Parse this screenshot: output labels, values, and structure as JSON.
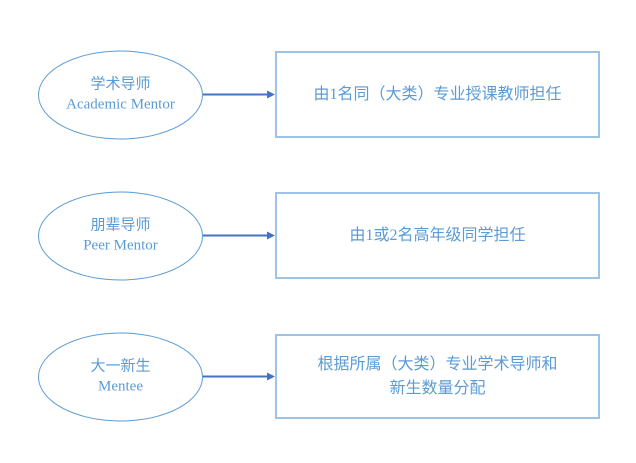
{
  "diagram": {
    "title": "mentor-roles-flow",
    "colors": {
      "text": "#5B9BD5",
      "ellipse_border": "#5B9BD5",
      "box_border": "#9DC3E6",
      "arrow": "#4472C4",
      "background": "#ffffff"
    },
    "rows": [
      {
        "node_zh": "学术导师",
        "node_en": "Academic Mentor",
        "desc_lines": [
          "由1名同（大类）专业授课教师担任"
        ]
      },
      {
        "node_zh": "朋辈导师",
        "node_en": "Peer Mentor",
        "desc_lines": [
          "由1或2名高年级同学担任"
        ]
      },
      {
        "node_zh": "大一新生",
        "node_en": "Mentee",
        "desc_lines": [
          "根据所属（大类）专业学术导师和",
          "新生数量分配"
        ]
      }
    ]
  }
}
